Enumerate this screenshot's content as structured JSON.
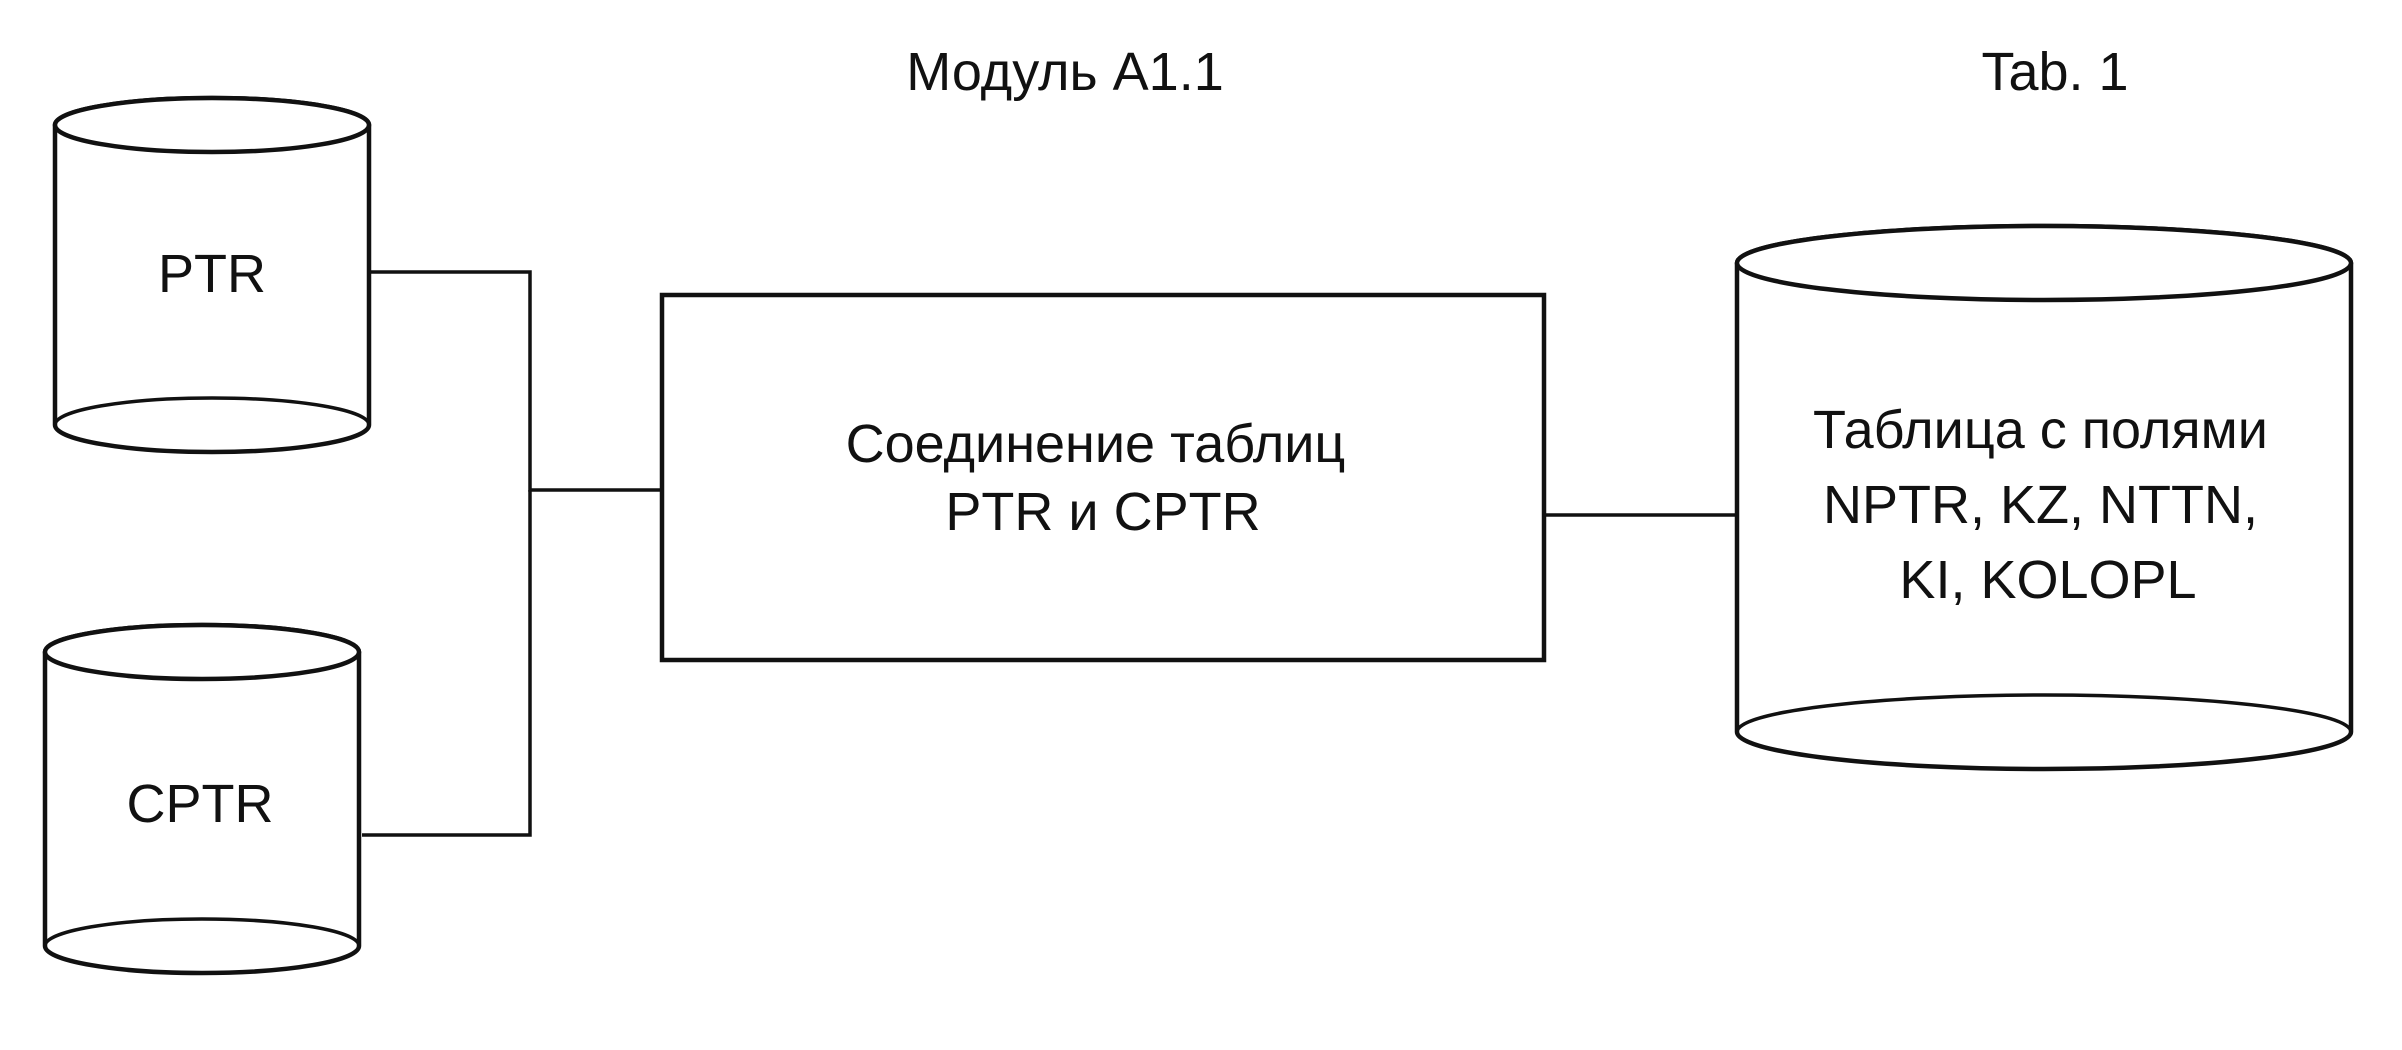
{
  "module_title": "Модуль A1.1",
  "tab_label": "Tab. 1",
  "sources": [
    {
      "label": "PTR"
    },
    {
      "label": "CPTR"
    }
  ],
  "process": {
    "lines": [
      "Соединение таблиц",
      "PTR и CPTR"
    ]
  },
  "result": {
    "lines": [
      "Таблица с полями",
      "NPTR, KZ, NTTN,",
      "KI, KOLOPL"
    ]
  },
  "colors": {
    "stroke": "#111111",
    "background": "#ffffff"
  }
}
